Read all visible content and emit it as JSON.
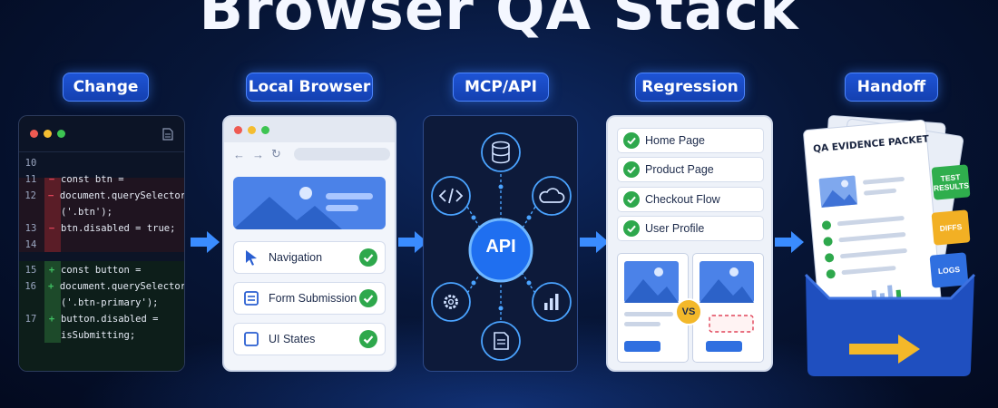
{
  "title": "Browser QA Stack",
  "stages": [
    {
      "label": "Change"
    },
    {
      "label": "Local Browser"
    },
    {
      "label": "MCP/API"
    },
    {
      "label": "Regression"
    },
    {
      "label": "Handoff"
    }
  ],
  "code": {
    "lines": [
      {
        "num": "10",
        "mark": "",
        "text": ""
      },
      {
        "num": "11",
        "mark": "−",
        "text": "const btn ="
      },
      {
        "num": "12",
        "mark": "−",
        "text": "document.querySelector"
      },
      {
        "num": "",
        "mark": "",
        "text": "('.btn');"
      },
      {
        "num": "13",
        "mark": "−",
        "text": "btn.disabled = true;"
      },
      {
        "num": "14",
        "mark": "",
        "text": ""
      },
      {
        "num": "15",
        "mark": "+",
        "text": "const button ="
      },
      {
        "num": "16",
        "mark": "+",
        "text": "document.querySelector"
      },
      {
        "num": "",
        "mark": "",
        "text": "('.btn-primary');"
      },
      {
        "num": "17",
        "mark": "+",
        "text": "button.disabled ="
      },
      {
        "num": "",
        "mark": "",
        "text": "isSubmitting;"
      }
    ]
  },
  "browser": {
    "nav_back": "←",
    "nav_forward": "→",
    "nav_reload": "↻",
    "items": [
      {
        "label": "Navigation"
      },
      {
        "label": "Form Submission"
      },
      {
        "label": "UI States"
      }
    ]
  },
  "api": {
    "center_label": "API"
  },
  "regression": {
    "items": [
      {
        "label": "Home Page"
      },
      {
        "label": "Product Page"
      },
      {
        "label": "Checkout Flow"
      },
      {
        "label": "User Profile"
      }
    ],
    "vs_label": "VS"
  },
  "handoff": {
    "doc_title": "QA EVIDENCE PACKET",
    "tabs": [
      {
        "label_line1": "TEST",
        "label_line2": "RESULTS",
        "color": "#2fae4d"
      },
      {
        "label_line1": "DIFFS",
        "label_line2": "",
        "color": "#f2b024"
      },
      {
        "label_line1": "LOGS",
        "label_line2": "",
        "color": "#2f6fe0"
      }
    ]
  },
  "colors": {
    "accent": "#1e54d6",
    "check_green": "#2ea84c",
    "remove_red": "#e0455a",
    "add_green": "#3fbf62",
    "folder_blue": "#1f4fbf"
  }
}
